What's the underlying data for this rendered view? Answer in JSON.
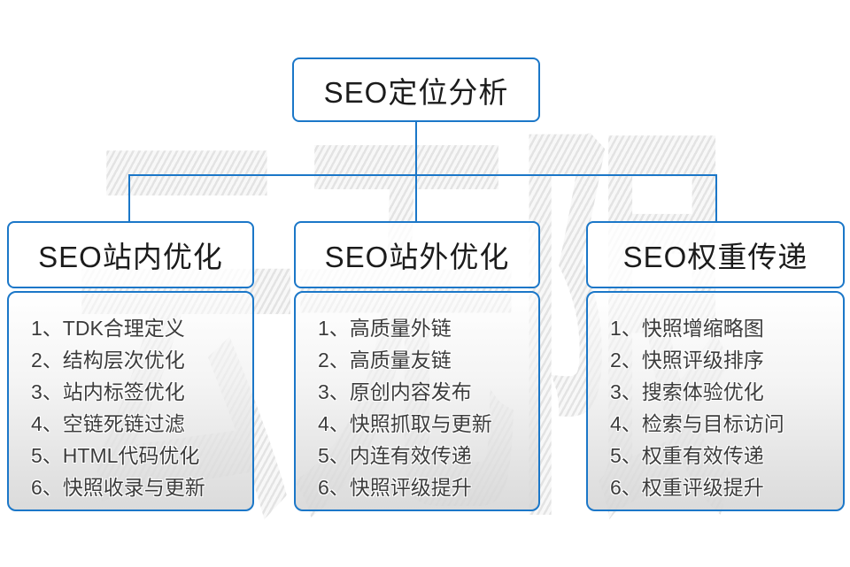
{
  "diagram": {
    "type": "org-tree",
    "root": {
      "title": "SEO定位分析"
    },
    "watermark": {
      "text": "云无限"
    },
    "colors": {
      "line_and_border": "#1b77c8",
      "watermark_gray": "#ebebeb",
      "panel_gradient_bottom": "#d6d6d6",
      "list_text": "#3c3c3c",
      "heading_text": "#1b1b1b"
    },
    "columns": [
      {
        "title": "SEO站内优化",
        "items": [
          "1、TDK合理定义",
          "2、结构层次优化",
          "3、站内标签优化",
          "4、空链死链过滤",
          "5、HTML代码优化",
          "6、快照收录与更新"
        ]
      },
      {
        "title": "SEO站外优化",
        "items": [
          "1、高质量外链",
          "2、高质量友链",
          "3、原创内容发布",
          "4、快照抓取与更新",
          "5、内连有效传递",
          "6、快照评级提升"
        ]
      },
      {
        "title": "SEO权重传递",
        "items": [
          "1、快照增缩略图",
          "2、快照评级排序",
          "3、搜索体验优化",
          "4、检索与目标访问",
          "5、权重有效传递",
          "6、权重评级提升"
        ]
      }
    ]
  }
}
